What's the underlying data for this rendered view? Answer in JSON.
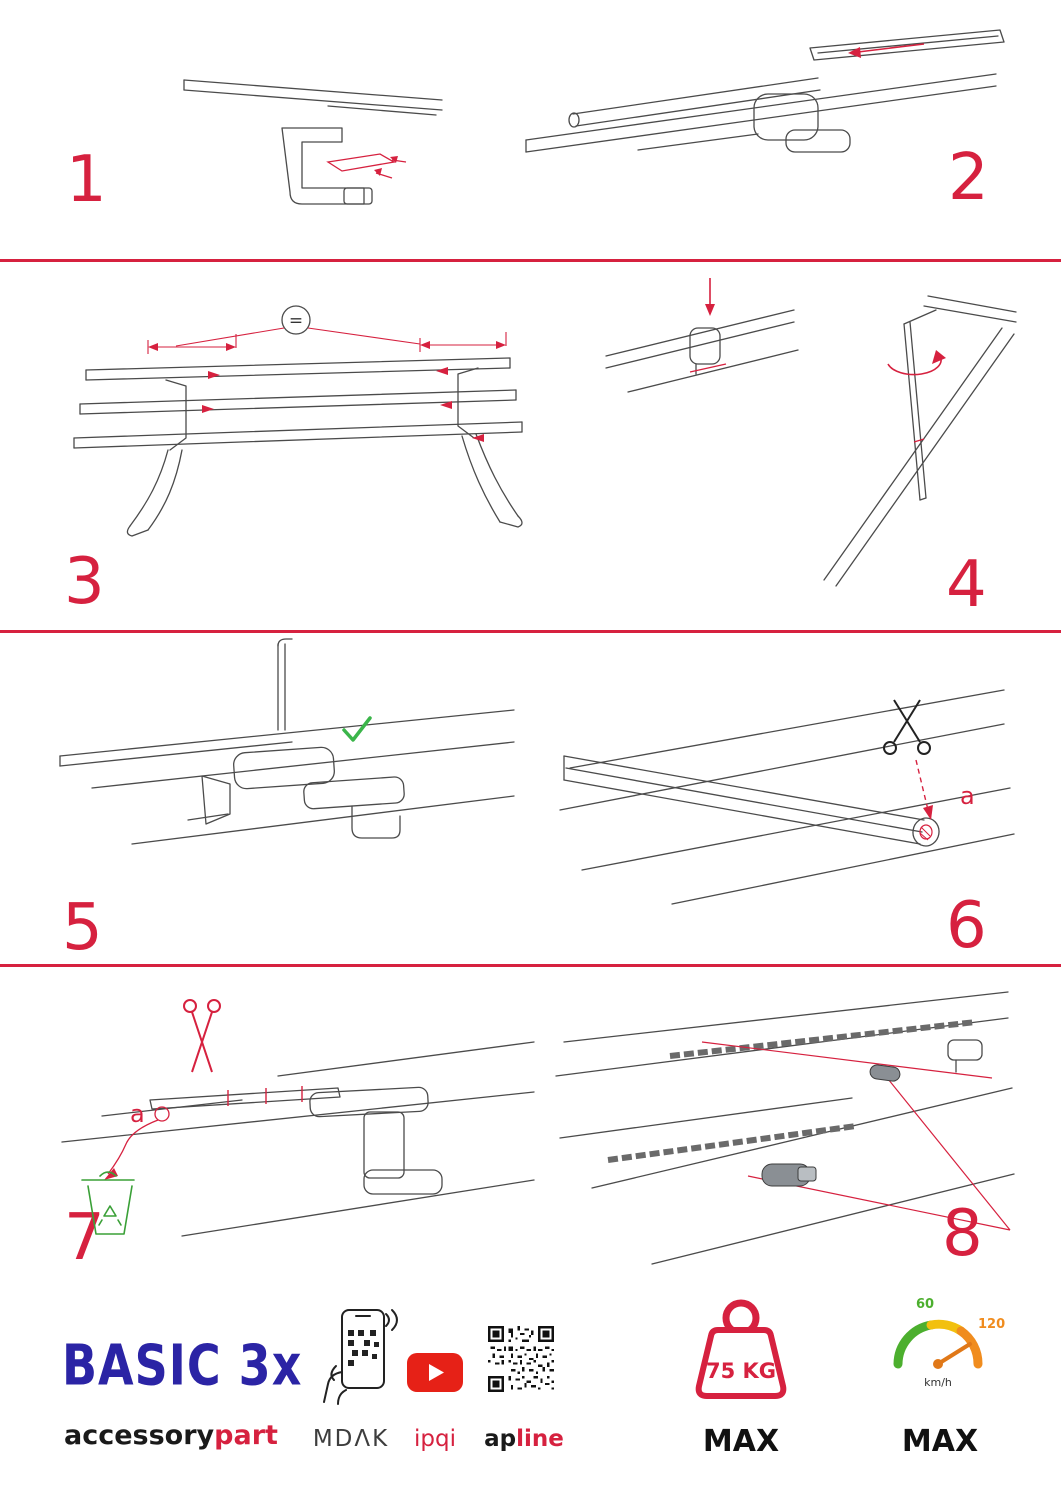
{
  "colors": {
    "accent_red": "#d6213f",
    "brand_blue": "#2b24a5",
    "youtube_red": "#e62117",
    "check_green": "#3bb54a",
    "eco_green": "#3aa037",
    "gauge_green": "#4caf2e",
    "gauge_yellow": "#f2c00e",
    "gauge_orange": "#f08c1e"
  },
  "steps": [
    {
      "number": "1"
    },
    {
      "number": "2"
    },
    {
      "number": "3",
      "equal_label": "="
    },
    {
      "number": "4"
    },
    {
      "number": "5"
    },
    {
      "number": "6",
      "cut_label": "a"
    },
    {
      "number": "7",
      "cut_label": "a"
    },
    {
      "number": "8"
    }
  ],
  "footer": {
    "product_name": "BASIC 3x",
    "brand_prefix": "accessory",
    "brand_suffix": "part",
    "partner_app": "MDΛK",
    "partner_video": "ipqi",
    "partner_qr_prefix": "ap",
    "partner_qr_suffix": "line",
    "weight_limit": "75 KG",
    "weight_max_label": "MAX",
    "speed_low": "60",
    "speed_high": "120",
    "speed_unit": "km/h",
    "speed_max_label": "MAX"
  }
}
